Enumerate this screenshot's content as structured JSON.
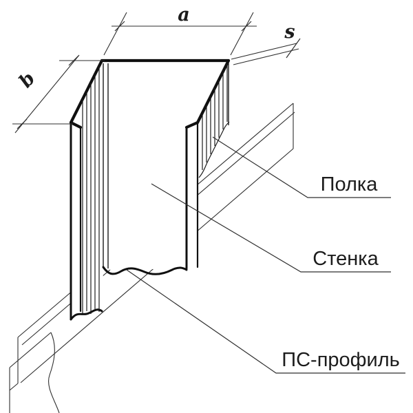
{
  "diagram": {
    "title": "PS profile (drywall stud) axonometric diagram",
    "type": "technical-line-drawing",
    "colors": {
      "ink": "#101010",
      "background": "#ffffff"
    }
  },
  "dimensions": {
    "a": "a",
    "b": "b",
    "s": "s"
  },
  "callouts": {
    "flange": "Полка",
    "web": "Стенка",
    "profile": "ПС-профиль"
  }
}
